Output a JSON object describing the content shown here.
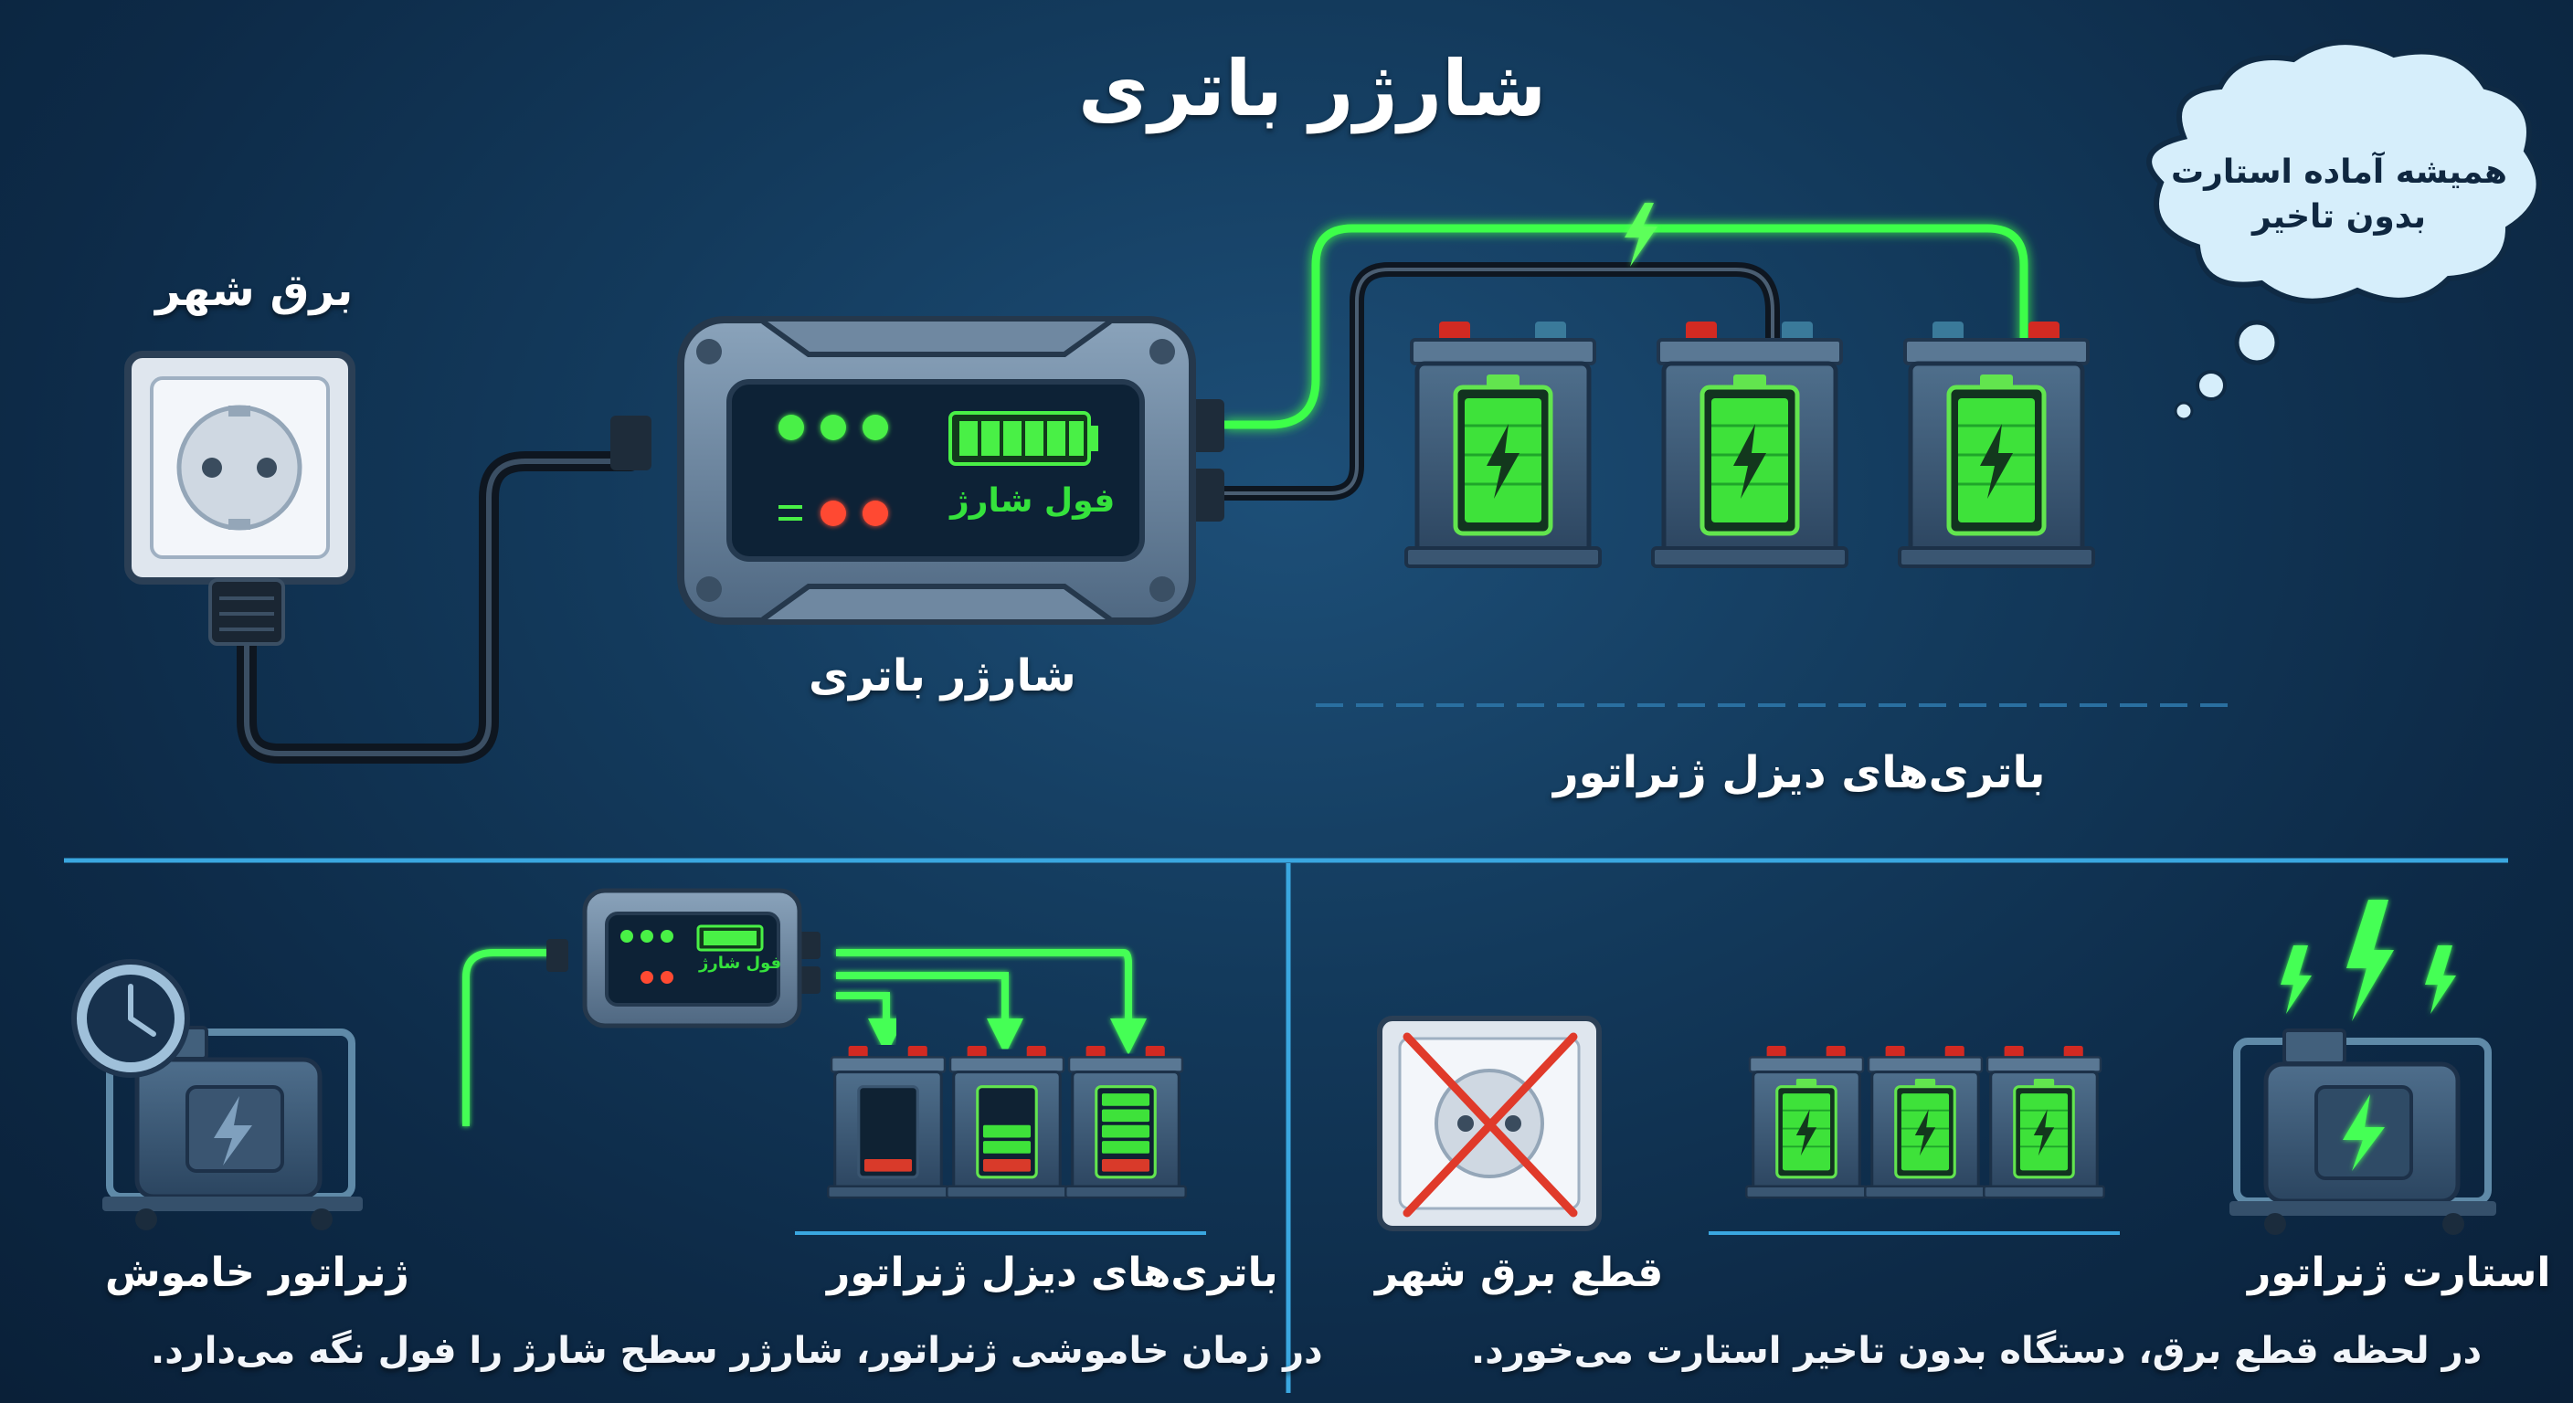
{
  "title": "شارژر باتری",
  "top": {
    "mains_label": "برق شهر",
    "charger_label": "شارژر باتری",
    "charger_screen_text": "فول شارژ",
    "batteries_label": "باتری‌های دیزل ژنراتور",
    "bubble_line1": "همیشه آماده استارت",
    "bubble_line2": "بدون تاخیر"
  },
  "bottom_left": {
    "generator_label": "ژنراتور خاموش",
    "batteries_label": "باتری‌های دیزل ژنراتور",
    "charger_screen_text": "فول شارژ",
    "caption": "در زمان خاموشی ژنراتور، شارژر سطح شارژ را فول نگه می‌دارد."
  },
  "bottom_right": {
    "outage_label": "قطع برق شهر",
    "start_label": "استارت ژنراتور",
    "caption": "در لحظه قطع برق، دستگاه بدون تاخیر استارت می‌خورد."
  },
  "colors": {
    "accent_green": "#3dff4a",
    "cable_dark": "#0e1620",
    "battery_body": "#3b5670",
    "terminal_red": "#d22a22",
    "terminal_blue": "#3a7a9a",
    "cyan": "#6fd0ff"
  },
  "icons": [
    "wall-socket-icon",
    "charger-icon",
    "battery-icon",
    "lightning-icon",
    "clock-icon",
    "generator-icon",
    "crossed-socket-icon",
    "thought-bubble-icon"
  ]
}
